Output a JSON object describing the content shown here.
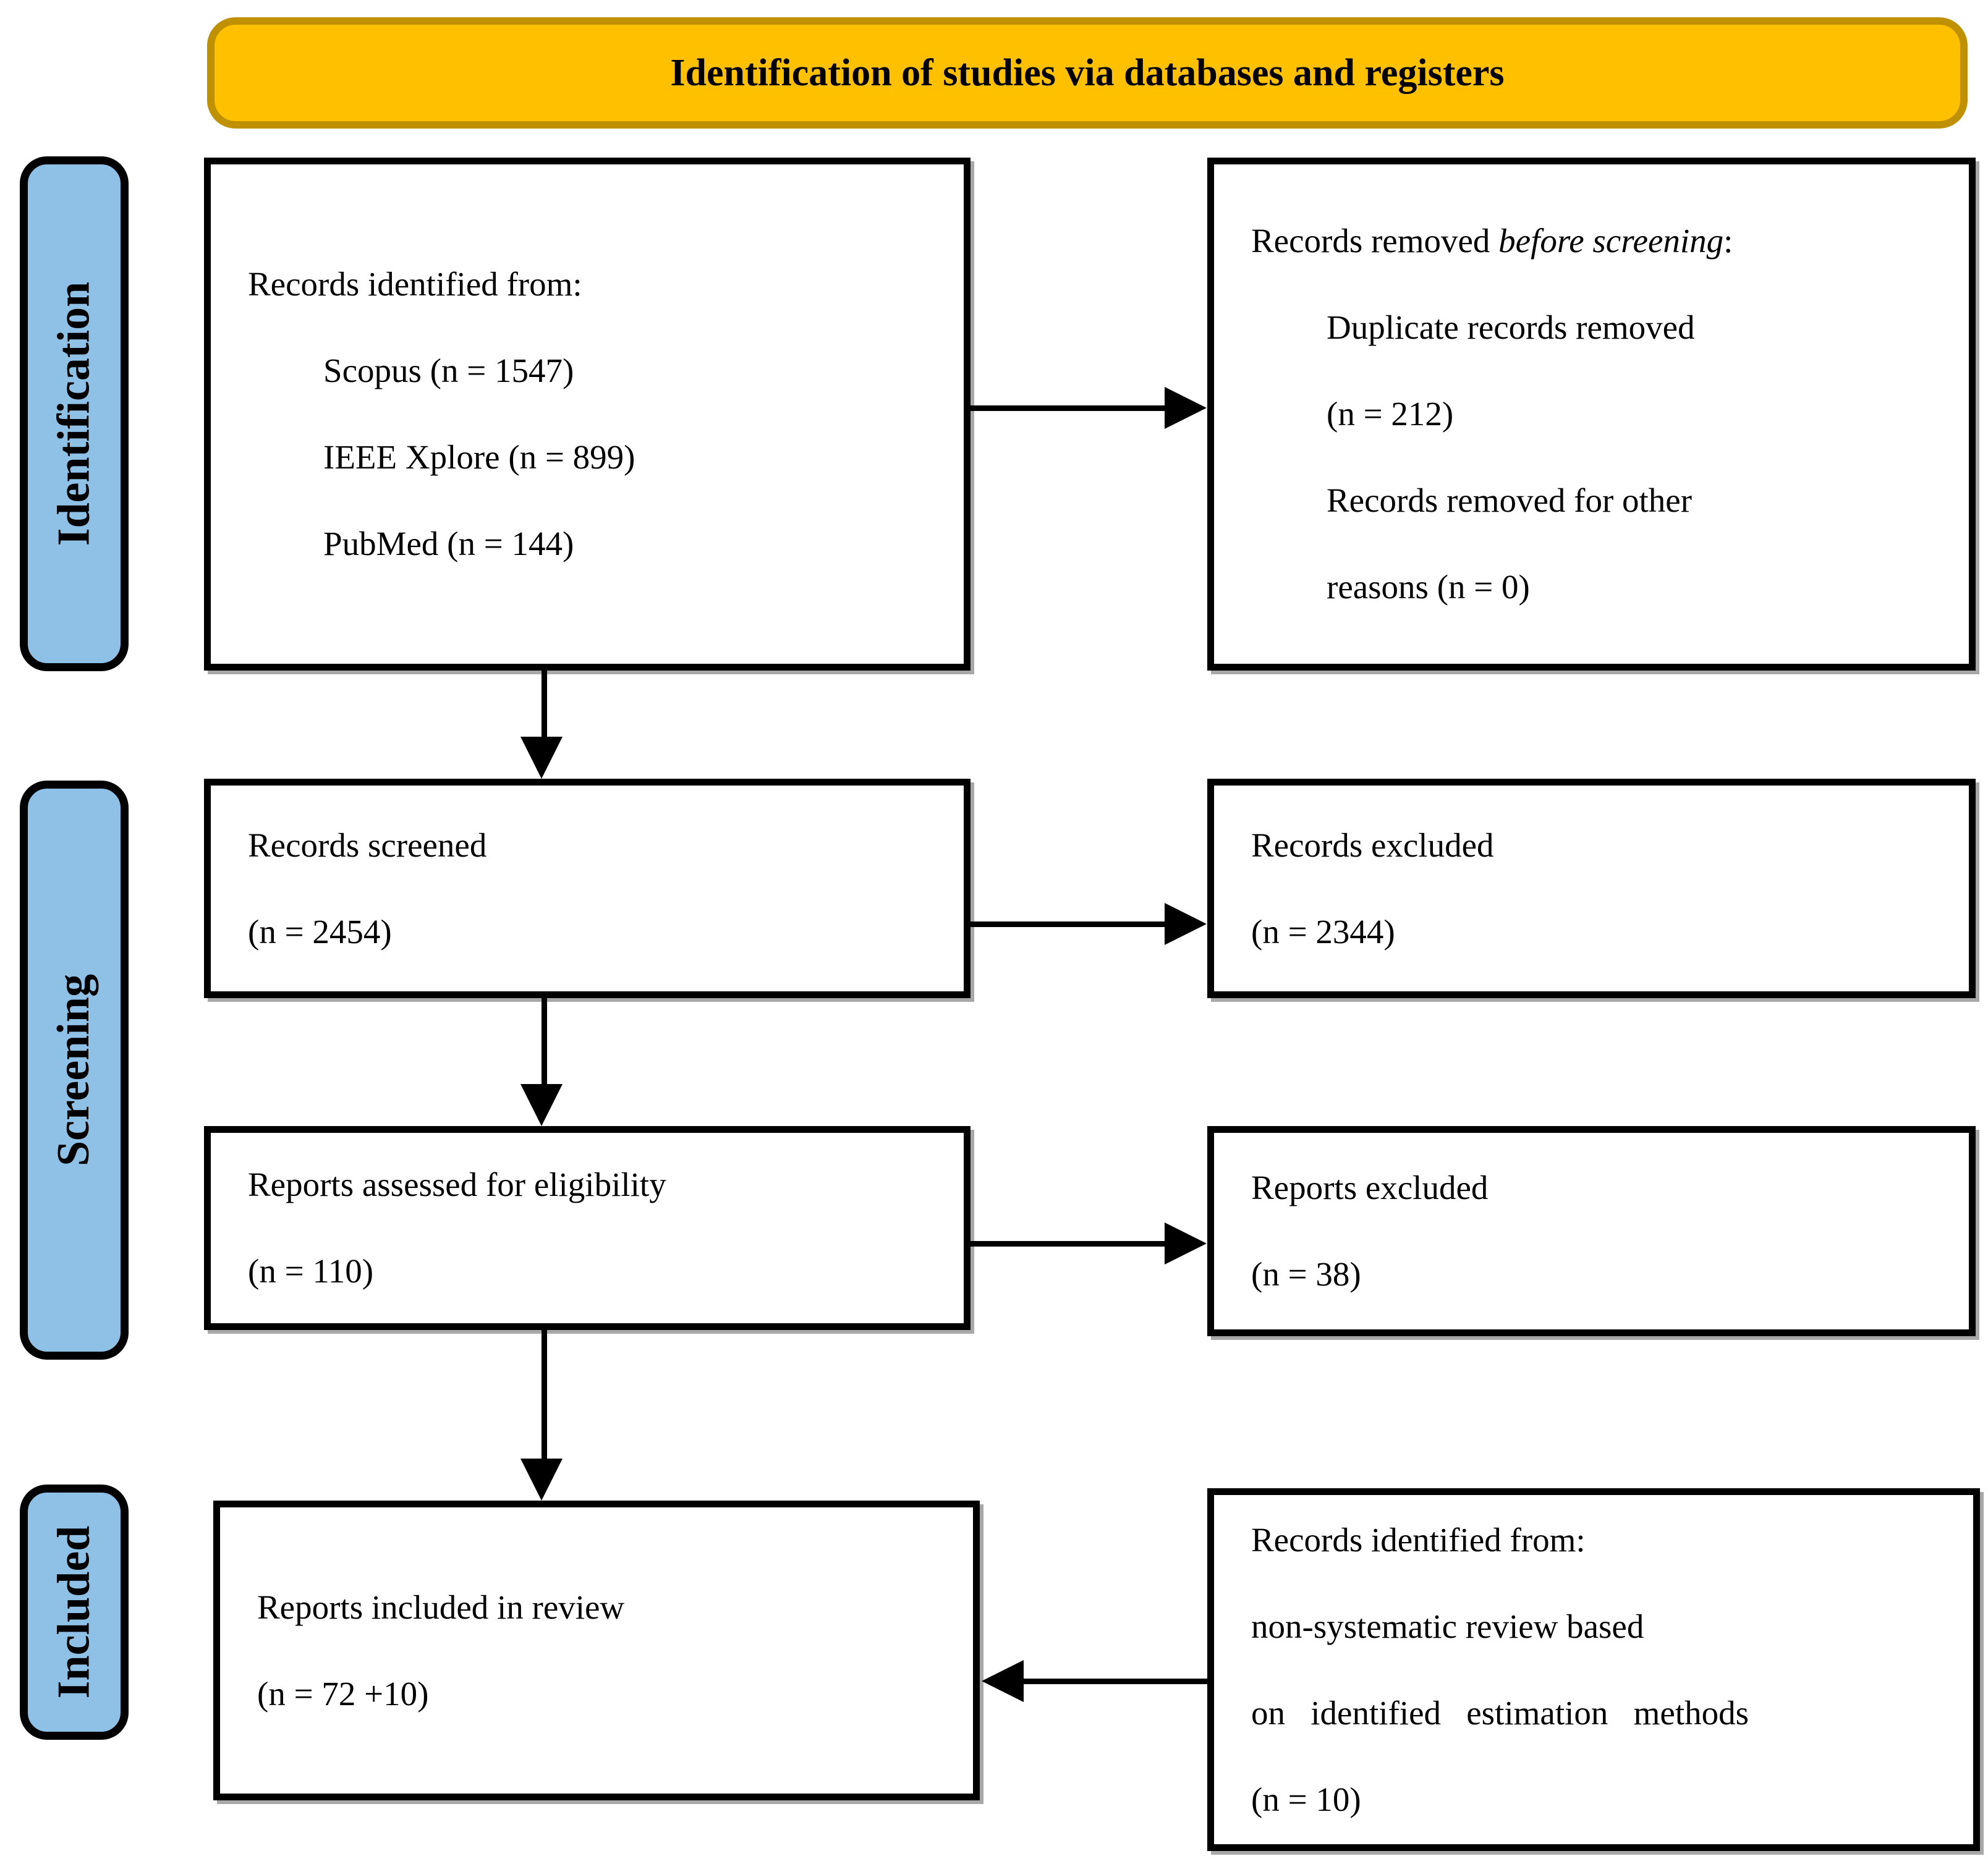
{
  "banner": {
    "title": "Identification of studies via databases and registers"
  },
  "colors": {
    "banner_fill": "#FFC000",
    "banner_border": "#BF9000",
    "stage_fill": "#8FC1E6"
  },
  "stages": {
    "identification": "Identification",
    "screening": "Screening",
    "included": "Included"
  },
  "boxes": {
    "records_identified": {
      "title": "Records identified from:",
      "items": [
        "Scopus (n = 1547)",
        "IEEE Xplore (n = 899)",
        "PubMed (n = 144)"
      ]
    },
    "records_removed": {
      "title_prefix": "Records removed ",
      "title_italic": "before screening",
      "title_suffix": ":",
      "items": [
        "Duplicate records removed",
        "(n = 212)",
        "Records removed for other",
        "reasons (n = 0)"
      ]
    },
    "records_screened": {
      "lines": [
        "Records screened",
        "(n = 2454)"
      ]
    },
    "records_excluded": {
      "lines": [
        "Records excluded",
        "(n = 2344)"
      ]
    },
    "reports_assessed": {
      "lines": [
        "Reports assessed for eligibility",
        "(n = 110)"
      ]
    },
    "reports_excluded": {
      "lines": [
        "Reports excluded",
        "(n = 38)"
      ]
    },
    "reports_included": {
      "lines": [
        "Reports included in review",
        "(n = 72 +10)"
      ]
    },
    "records_nonsystematic": {
      "lines": [
        "Records identified from:",
        "non-systematic review based",
        "on identified estimation methods",
        "(n = 10)"
      ]
    }
  }
}
